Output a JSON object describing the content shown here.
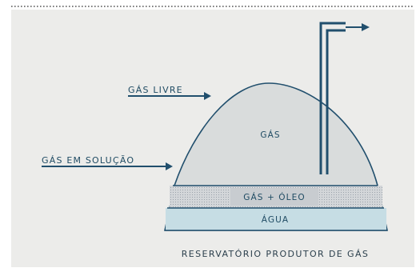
{
  "diagram": {
    "labels": {
      "gas_livre": "GÁS LIVRE",
      "gas_em_solucao": "GÁS EM SOLUÇÃO",
      "gas": "GÁS",
      "gas_oleo": "GÁS + ÓLEO",
      "agua": "ÁGUA",
      "caption": "RESERVATÓRIO PRODUTOR DE GÁS"
    },
    "colors": {
      "panel": "#ececea",
      "outline": "#214f6d",
      "dome_fill": "#d9dcdc",
      "oil_band": "#c8ccd0",
      "water_band": "#c6dde4",
      "text": "#1f4b63",
      "dotted_border": "#555555"
    }
  }
}
